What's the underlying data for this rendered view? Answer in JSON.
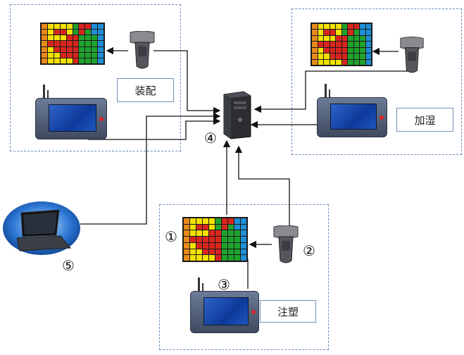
{
  "zones": {
    "assembly_label": "装配",
    "humidify_label": "加湿",
    "injection_label": "注塑"
  },
  "markers": {
    "m1": "①",
    "m2": "②",
    "m3": "③",
    "m4": "④",
    "m5": "⑤"
  },
  "board_pattern": [
    "oyyyygrrbb",
    "oyrrygrgbb",
    "oyyyrrgggb",
    "orrrrrgggb",
    "oyrrrrgggb",
    "oyyrrrgggb",
    "oyyyyrgggb"
  ],
  "icons": {
    "server": "server-tower-icon",
    "laptop": "laptop-icon",
    "reader": "rfid-reader-icon",
    "tablet": "tablet-terminal-icon",
    "board": "status-board-icon"
  }
}
